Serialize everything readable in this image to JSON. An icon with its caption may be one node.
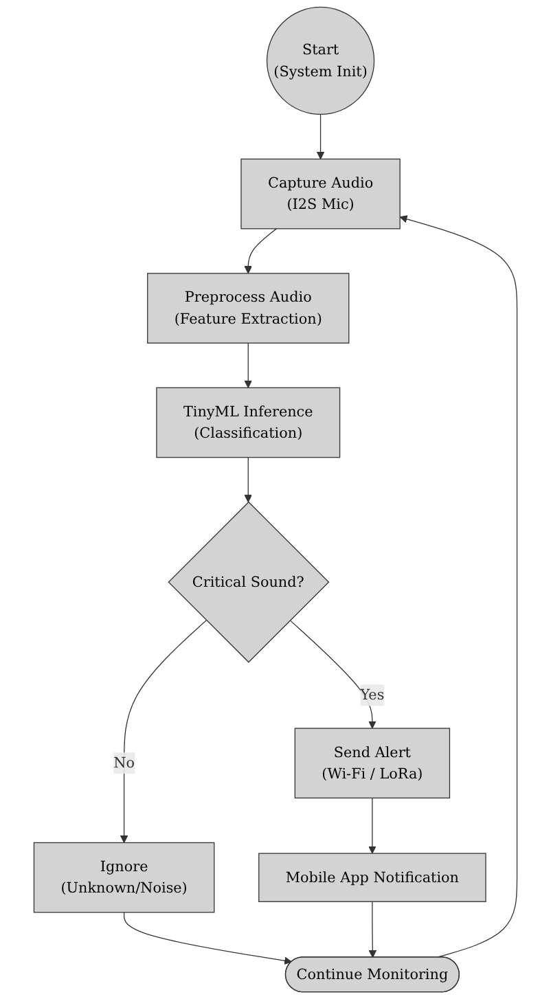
{
  "diagram": {
    "nodes": [
      {
        "text": [
          "Start",
          "(System Init)"
        ]
      },
      {
        "text": [
          "Capture Audio",
          "(I2S Mic)"
        ]
      },
      {
        "text": [
          "Preprocess Audio",
          "(Feature Extraction)"
        ]
      },
      {
        "text": [
          "TinyML Inference",
          "(Classification)"
        ]
      },
      {
        "text": [
          "Critical Sound?"
        ]
      },
      {
        "text": [
          "Send Alert",
          "(Wi-Fi / LoRa)"
        ]
      },
      {
        "text": [
          "Ignore",
          "(Unknown/Noise)"
        ]
      },
      {
        "text": [
          "Mobile App Notification"
        ]
      },
      {
        "text": [
          "Continue Monitoring"
        ]
      }
    ],
    "edges": [
      {
        "from": 0,
        "to": 1,
        "arrow": "to"
      },
      {
        "from": 1,
        "to": 2,
        "arrow": "to"
      },
      {
        "from": 2,
        "to": 3,
        "arrow": "to"
      },
      {
        "from": 3,
        "to": 4,
        "arrow": "to"
      },
      {
        "from": 4,
        "to": 5,
        "label": "Yes",
        "arrow": "to"
      },
      {
        "from": 4,
        "to": 6,
        "label": "No",
        "arrow": "to"
      },
      {
        "from": 5,
        "to": 7,
        "arrow": "to"
      },
      {
        "from": 6,
        "to": 8,
        "arrow": "to"
      },
      {
        "from": 7,
        "to": 8,
        "arrow": "to"
      },
      {
        "from": 8,
        "to": 1,
        "arrow": "to"
      }
    ]
  }
}
